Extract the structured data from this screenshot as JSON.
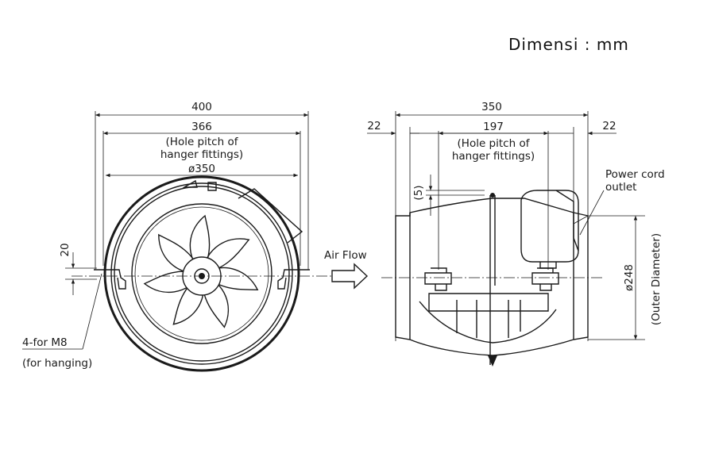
{
  "units_label": "Dimensi : mm",
  "front_view": {
    "dim_overall_width": "400",
    "dim_hole_pitch": "366",
    "hole_pitch_note_line1": "(Hole pitch of",
    "hole_pitch_note_line2": "hanger fittings)",
    "dim_diameter": "ø350",
    "dim_hanger_height": "20",
    "hanger_note_line1": "4-for M8",
    "hanger_note_line2": "(for hanging)"
  },
  "air_flow_label": "Air Flow",
  "side_view": {
    "dim_overall_length": "350",
    "dim_left_offset": "22",
    "dim_right_offset": "22",
    "dim_hole_pitch": "197",
    "hole_pitch_note_line1": "(Hole pitch of",
    "hole_pitch_note_line2": "hanger fittings)",
    "dim_small_gap": "(5)",
    "power_cord_line1": "Power cord",
    "power_cord_line2": "outlet",
    "dim_outer_diameter": "ø248",
    "outer_diameter_note": "(Outer Diameter)"
  }
}
